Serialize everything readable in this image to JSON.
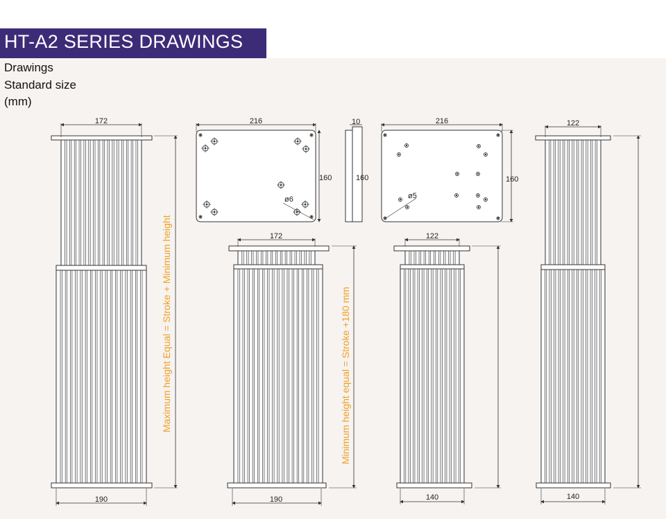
{
  "header": {
    "title": "HT-A2 SERIES  DRAWINGS"
  },
  "intro": {
    "line1": "Drawings",
    "line2": "Standard size",
    "line3": "(mm)"
  },
  "colors": {
    "header_band": "#3c2c77",
    "panel_bg": "#f6f3f1",
    "line": "#333333",
    "note_text": "#f0a020"
  },
  "dimensions": {
    "col1_top_width": "172",
    "col1_bottom_width": "190",
    "plate1_width": "216",
    "plate1_height": "160",
    "plate1_hole": "ø6",
    "plate_thickness": "10",
    "plate_side_height": "160",
    "plate2_width": "216",
    "plate2_height": "160",
    "plate2_hole": "ø5",
    "col2_top_width": "172",
    "col2_bottom_width": "190",
    "col3_top_width": "122",
    "col3_bottom_width": "140",
    "col4_top_width": "122",
    "col4_bottom_width": "140"
  },
  "notes": {
    "max_height": "Maximum height Equal = Stroke + Minimum height",
    "min_height": "Minimum height equal = Stroke +180 mm"
  }
}
